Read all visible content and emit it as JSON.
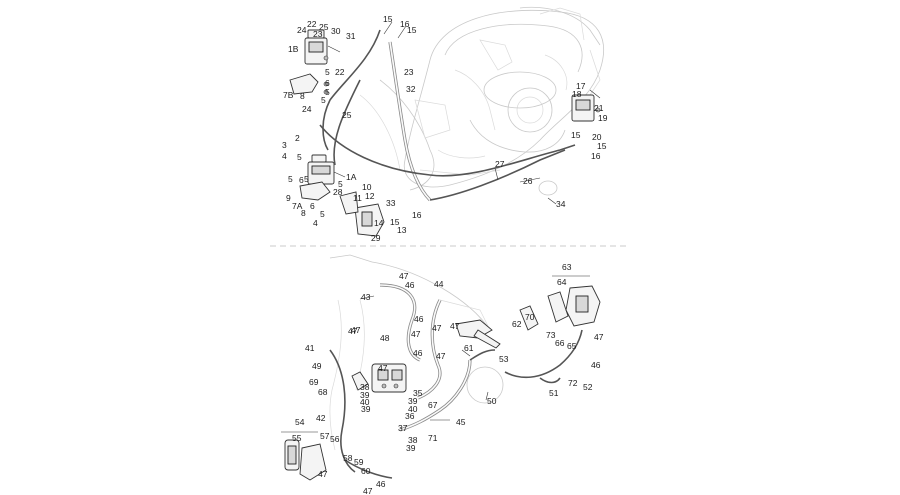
{
  "labels_top": [
    "15",
    "16",
    "15",
    "22",
    "25",
    "24",
    "23",
    "30",
    "31",
    "1B",
    "5",
    "6",
    "5",
    "8",
    "5",
    "7B",
    "22",
    "23",
    "32",
    "24",
    "25",
    "17",
    "18",
    "21",
    "19",
    "15",
    "20",
    "15",
    "16",
    "2",
    "3",
    "4",
    "5",
    "1A",
    "5",
    "6",
    "5",
    "5",
    "28",
    "9",
    "7A",
    "6",
    "8",
    "5",
    "4",
    "10",
    "12",
    "11",
    "33",
    "14",
    "15",
    "16",
    "13",
    "29",
    "27",
    "26",
    "34"
  ],
  "labels_bottom": [
    "47",
    "46",
    "43",
    "44",
    "47",
    "47",
    "63",
    "64",
    "70",
    "62",
    "73",
    "66",
    "65",
    "47",
    "46",
    "47",
    "46",
    "47",
    "41",
    "48",
    "47",
    "46",
    "49",
    "47",
    "47",
    "61",
    "53",
    "69",
    "68",
    "38",
    "39",
    "40",
    "39",
    "35",
    "39",
    "40",
    "67",
    "50",
    "51",
    "72",
    "52",
    "42",
    "36",
    "45",
    "54",
    "55",
    "57",
    "56",
    "37",
    "71",
    "38",
    "39",
    "58",
    "59",
    "60",
    "47",
    "46",
    "47"
  ]
}
